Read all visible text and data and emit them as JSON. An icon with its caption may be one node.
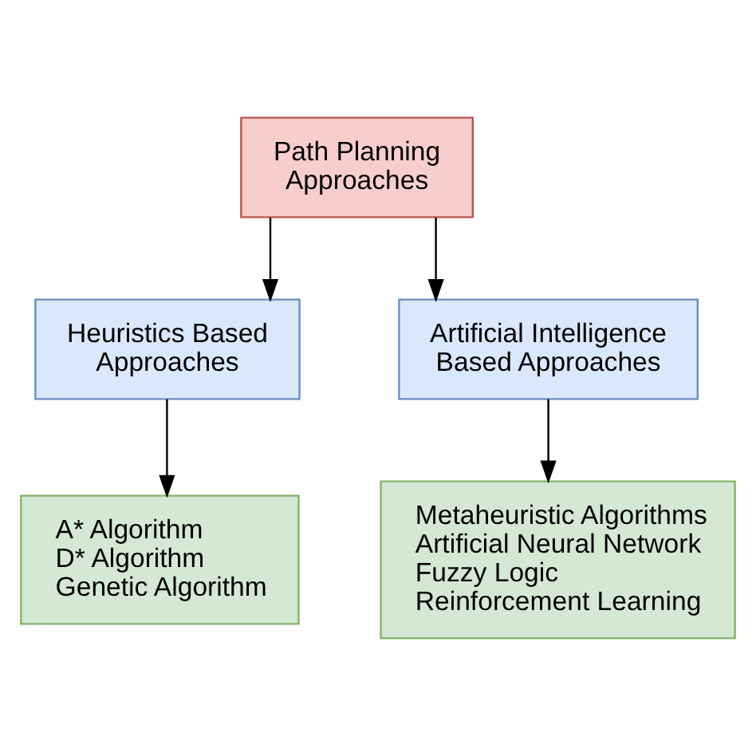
{
  "diagram": {
    "nodes": [
      {
        "text": [
          "Path Planning Approaches"
        ]
      },
      {
        "text": [
          "Heuristics Based Approaches"
        ]
      },
      {
        "text": [
          "Artificial Intelligence Based Approaches"
        ]
      },
      {
        "text": [
          "A* Algorithm",
          "D* Algorithm",
          "Genetic Algorithm"
        ]
      },
      {
        "text": [
          "Metaheuristic Algorithms",
          "Artificial Neural Network",
          "Fuzzy Logic",
          "Reinforcement Learning"
        ]
      }
    ],
    "edges": [
      {
        "from": 0,
        "to": 1,
        "arrow": "to"
      },
      {
        "from": 0,
        "to": 2,
        "arrow": "to"
      },
      {
        "from": 1,
        "to": 3,
        "arrow": "to"
      },
      {
        "from": 2,
        "to": 4,
        "arrow": "to"
      }
    ]
  }
}
